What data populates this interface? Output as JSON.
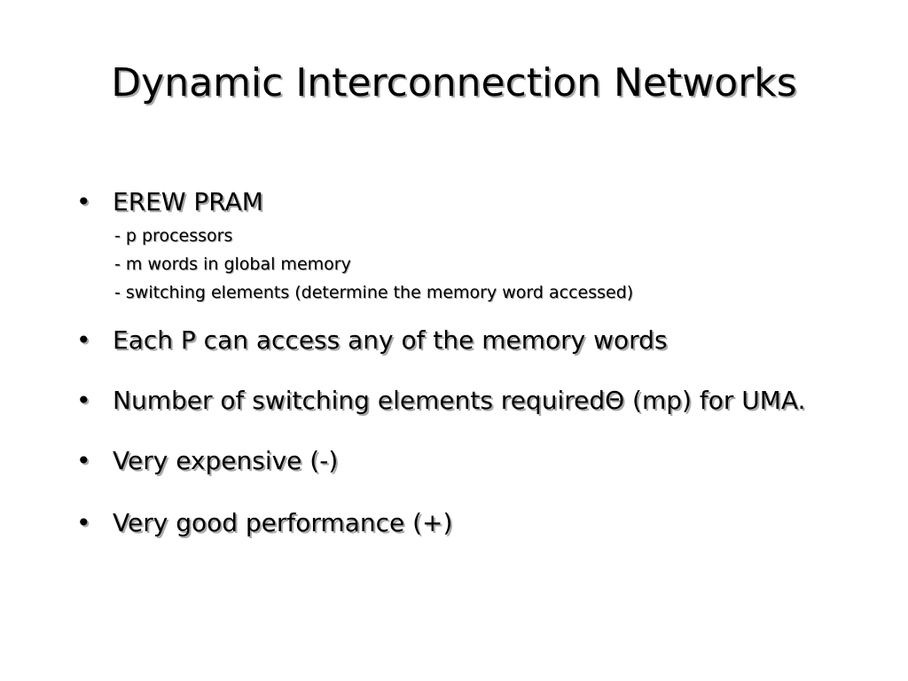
{
  "slide": {
    "title": "Dynamic Interconnection Networks",
    "bullet_marker": "•",
    "bullets": [
      {
        "text": "EREW PRAM",
        "subitems": [
          "- p processors",
          "- m words in global memory",
          "- switching elements (determine the memory word accessed)"
        ]
      },
      {
        "text": "Each P can access any of the memory words"
      },
      {
        "text": "Number of switching elements requiredΘ (mp) for UMA."
      },
      {
        "text": "Very expensive (-)"
      },
      {
        "text": "Very good performance (+)"
      }
    ]
  }
}
